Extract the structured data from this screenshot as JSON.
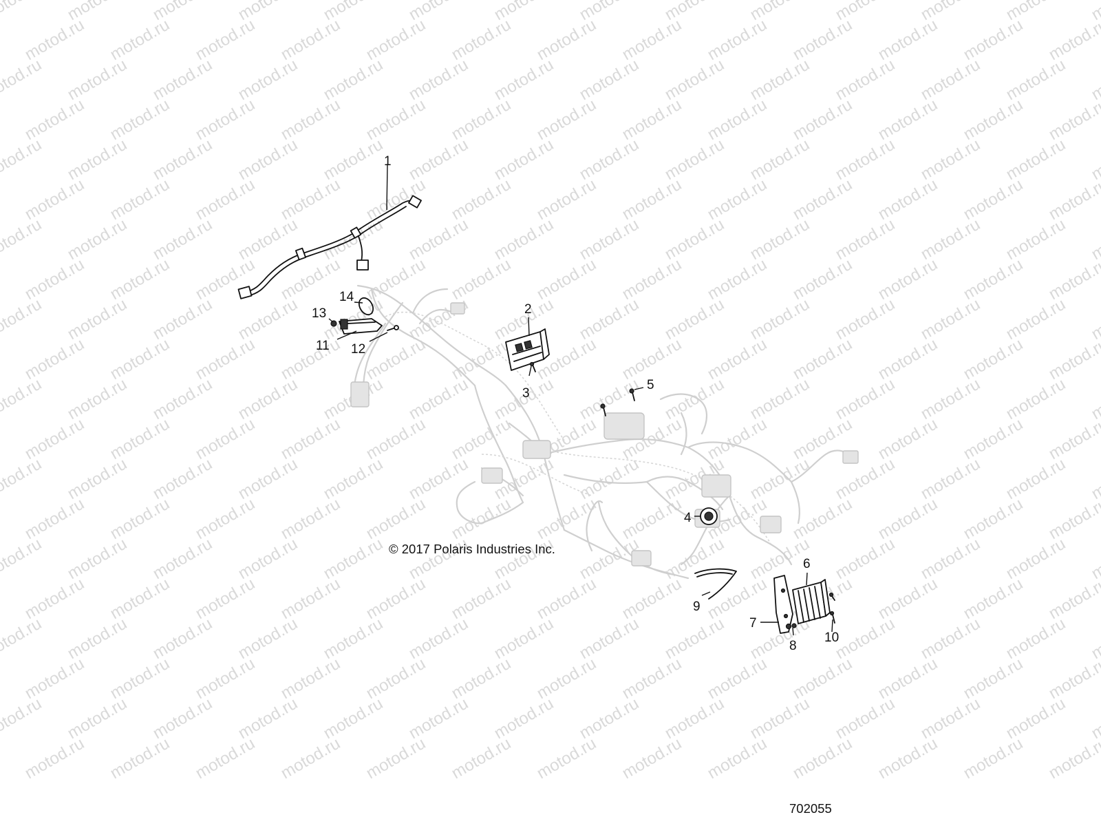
{
  "watermark": {
    "text": "motod.ru",
    "color": "#d9d9d9"
  },
  "copyright": "© 2017 Polaris Industries Inc.",
  "figure_number": "702055",
  "callouts": {
    "c1": "1",
    "c2": "2",
    "c3": "3",
    "c4": "4",
    "c5": "5",
    "c6": "6",
    "c7": "7",
    "c8": "8",
    "c9": "9",
    "c10": "10",
    "c11": "11",
    "c12": "12",
    "c13": "13",
    "c14": "14"
  },
  "colors": {
    "line": "#111111",
    "ghost": "#cfcfcf",
    "background": "#ffffff"
  }
}
